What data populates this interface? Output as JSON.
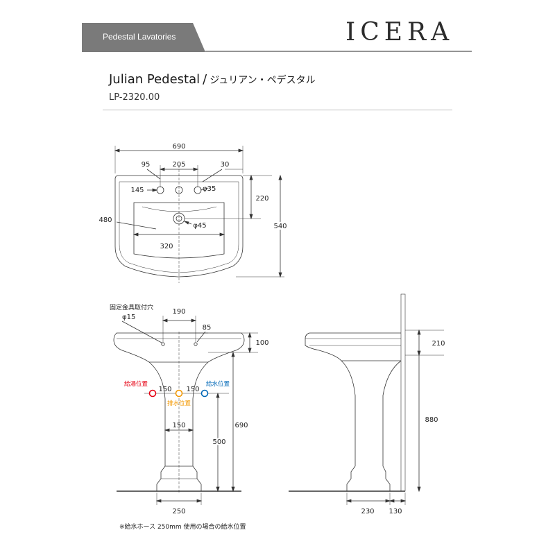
{
  "header": {
    "category_label": "Pedestal Lavatories",
    "brand": "ICERA"
  },
  "product": {
    "name": "Julian Pedestal",
    "separator": "/",
    "name_jp": "ジュリアン・ペデスタル",
    "model_number": "LP-2320.00"
  },
  "top_view": {
    "dims": {
      "width": "690",
      "faucet_spread": "205",
      "hole_offset": "95",
      "edge_offset": "30",
      "hole_setback": "145",
      "hole_diameter": "φ35",
      "drain_setback": "220",
      "depth": "540",
      "bowl_width": "480",
      "drain_diameter": "φ45",
      "bowl_depth": "320"
    }
  },
  "front_view": {
    "fixing_hole_label": "固定金具取付穴",
    "dims": {
      "fixing_hole_diameter": "φ15",
      "fixing_spread": "190",
      "fixing_offset": "85",
      "basin_height": "100",
      "hot_offset": "150",
      "cold_offset": "150",
      "pedestal_width": "150",
      "supply_height": "500",
      "rim_height": "690",
      "base_width": "250"
    },
    "labels": {
      "hot_water": "給湯位置",
      "drain": "排水位置",
      "cold_water": "給水位置"
    },
    "colors": {
      "hot_water": "#e60012",
      "drain": "#f39800",
      "cold_water": "#0068b7"
    }
  },
  "side_view": {
    "dims": {
      "basin_height": "210",
      "overall_height": "880",
      "base_depth": "230",
      "wall_offset": "130"
    }
  },
  "footnote": "※給水ホース 250mm 使用の場合の給水位置"
}
